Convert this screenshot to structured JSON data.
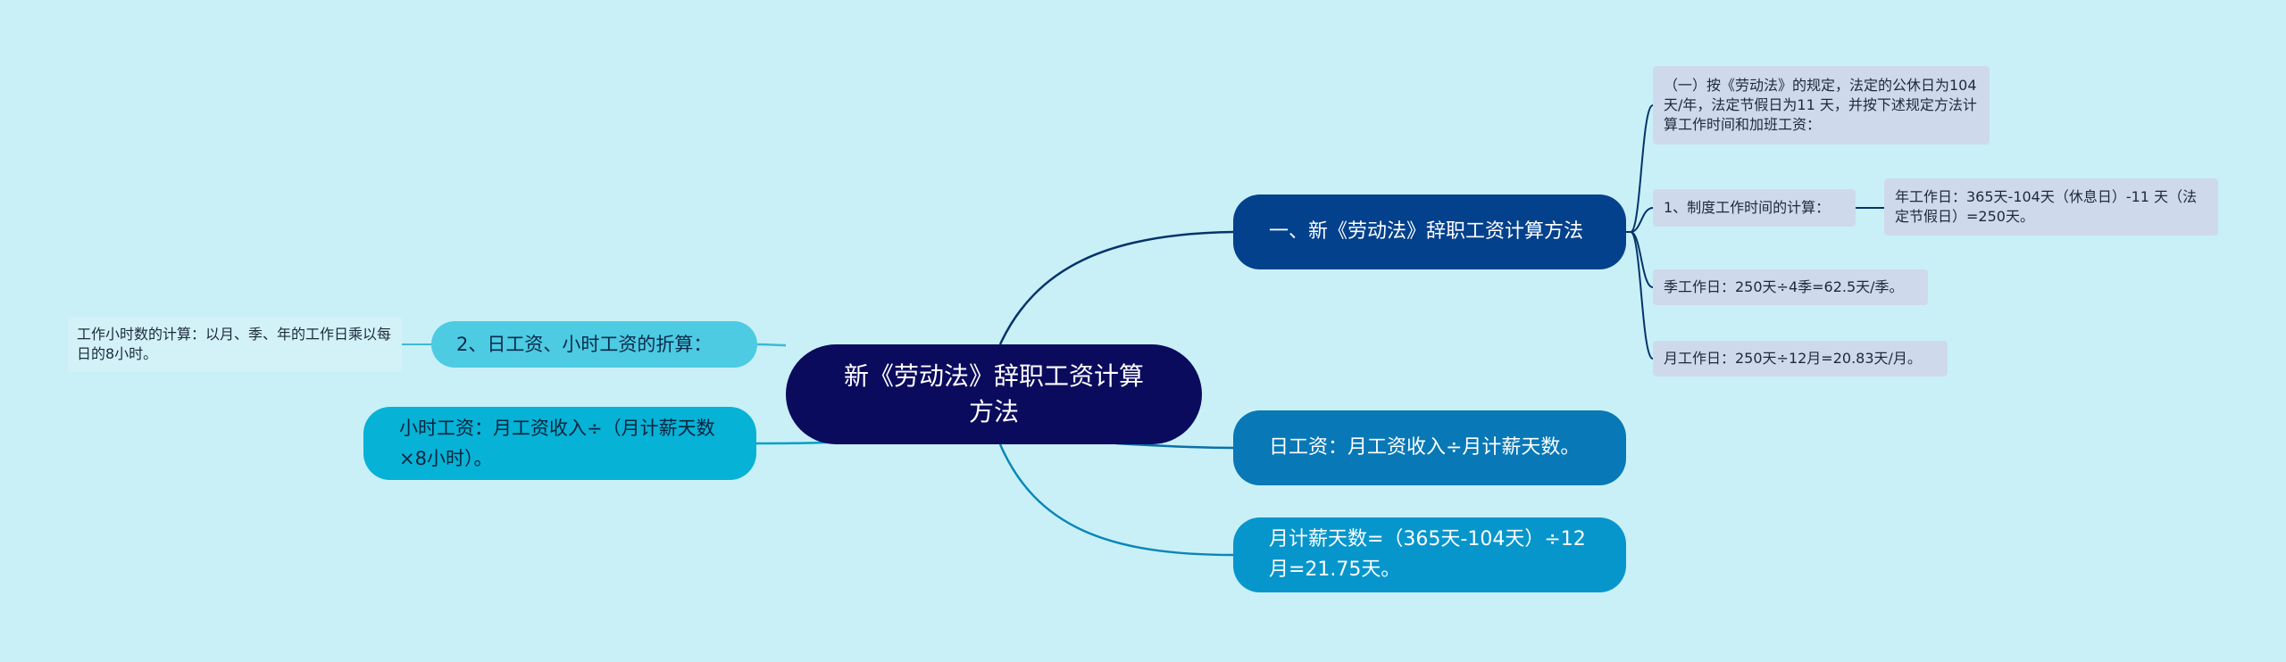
{
  "root": {
    "label": "新《劳动法》辞职工资计算方法"
  },
  "branches": {
    "law_method": "一、新《劳动法》辞职工资计算方法",
    "daily_wage": "日工资：月工资收入÷月计薪天数。",
    "monthly_days": "月计薪天数=（365天-104天）÷12月=21.75天。",
    "conversion": "2、日工资、小时工资的折算：",
    "hourly_wage": "小时工资：月工资收入÷（月计薪天数×8小时）。"
  },
  "leaves": {
    "rest_days": "（一）按《劳动法》的规定，法定的公休日为104天/年，法定节假日为11 天，并按下述规定方法计算工作时间和加班工资：",
    "system_time": "1、制度工作时间的计算：",
    "annual_days": "年工作日：365天-104天（休息日）-11 天（法定节假日）=250天。",
    "quarter_days": "季工作日：250天÷4季=62.5天/季。",
    "month_days": "月工作日：250天÷12月=20.83天/月。",
    "hour_count": "工作小时数的计算：以月、季、年的工作日乘以每日的8小时。"
  },
  "colors": {
    "background": "#c9f0f7",
    "root": "#0b0b5e",
    "branch_law_method": "#04418c",
    "branch_daily_wage": "#0878b6",
    "branch_monthly_days": "#0796cc",
    "branch_conversion": "#4ccbe3",
    "branch_hourly_wage": "#06b2d6",
    "leaf": "#cfd9ec"
  }
}
